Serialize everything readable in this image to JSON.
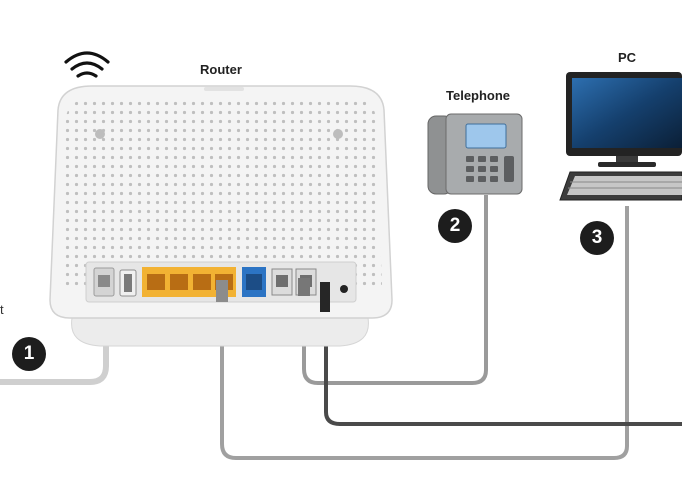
{
  "labels": {
    "router": "Router",
    "telephone": "Telephone",
    "pc": "PC",
    "left_edge": "t"
  },
  "steps": [
    "1",
    "2",
    "3"
  ],
  "colors": {
    "router_body": "#f3f3f3",
    "lan_ports": "#f2b233",
    "blue_port": "#2c74c4",
    "cable_light": "#c9c9c9",
    "cable_mid": "#9a9a9a",
    "cable_dark": "#4a4a4a",
    "badge": "#1d1d1d"
  },
  "icons": [
    "wifi-icon",
    "router-device",
    "telephone-device",
    "pc-monitor",
    "pc-keyboard"
  ]
}
